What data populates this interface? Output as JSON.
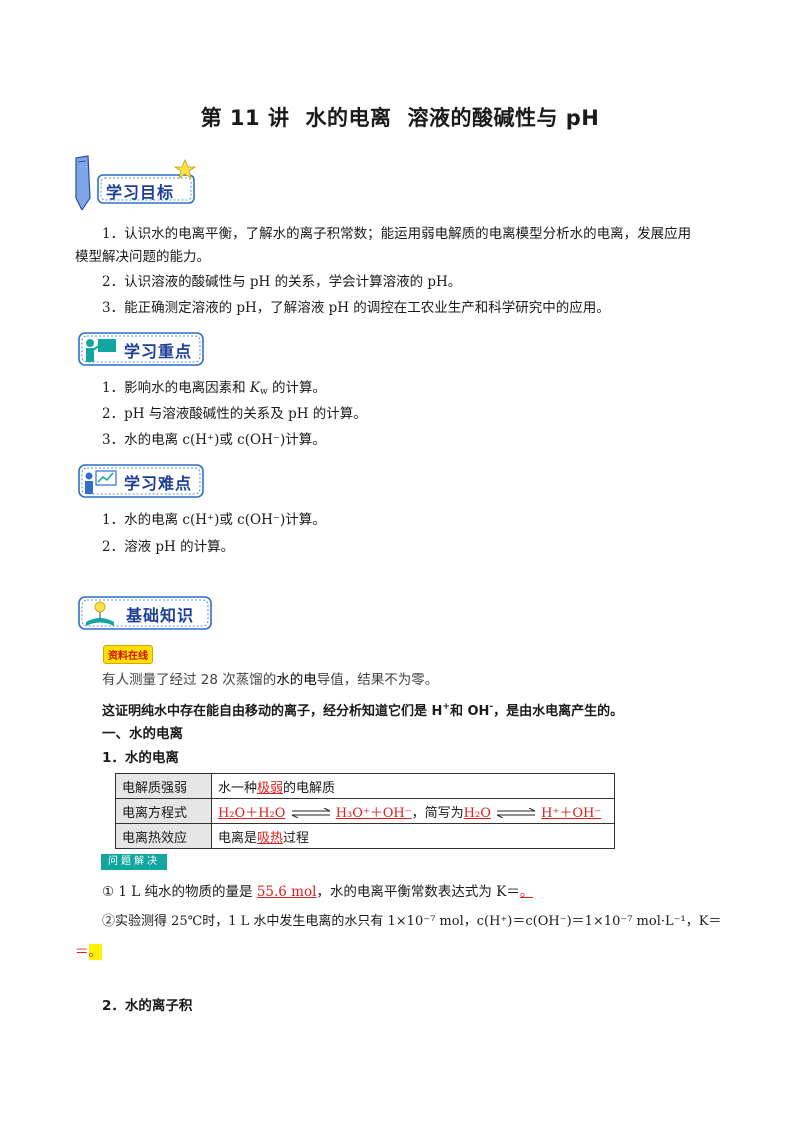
{
  "title": {
    "part1": "第 11 讲",
    "part2": "水的电离",
    "part3": "溶液的酸碱性与 pH"
  },
  "sections": {
    "goals": "学习目标",
    "key_points": "学习重点",
    "difficulties": "学习难点",
    "basics": "基础知识"
  },
  "goals": {
    "item1_line1": "1．认识水的电离平衡，了解水的离子积常数；能运用弱电解质的电离模型分析水的电离，发展应用",
    "item1_line2": "模型解决问题的能力。",
    "item2": "2．认识溶液的酸碱性与 pH 的关系，学会计算溶液的 pH。",
    "item3": "3．能正确测定溶液的 pH，了解溶液 pH 的调控在工农业生产和科学研究中的应用。"
  },
  "key_points": {
    "item1_pre": "1．影响水的电离因素和 ",
    "item1_K": "K",
    "item1_sub": "w",
    "item1_post": " 的计算。",
    "item2": "2．pH 与溶液酸碱性的关系及 pH 的计算。",
    "item3_pre": "3．水的电离 ",
    "item3_formula": "c(H⁺)或 c(OH⁻)",
    "item3_post": "计算。"
  },
  "difficulties": {
    "item1_pre": "1．水的电离 ",
    "item1_formula": "c(H⁺)或 c(OH⁻)",
    "item1_post": "计算。",
    "item2": "2．溶液 pH 的计算。"
  },
  "basics": {
    "material_tag": "资料在线",
    "intro_line1_pre": "有人测量了经过 28 次蒸馏的",
    "intro_line1_bold": "水的电",
    "intro_line1_post": "导值，结果不为零。",
    "intro_line2_pre": "这证明纯水中存在能自由移动的离子，经分析知道它们是 H",
    "intro_line2_sup1": "+",
    "intro_line2_mid": "和 OH",
    "intro_line2_sup2": "-",
    "intro_line2_post": "，是由水电离产生的。",
    "heading1": "一、水的电离",
    "heading1_1": "1．水的电离",
    "table": {
      "row1_head": "电解质强弱",
      "row1_pre": "水一种",
      "row1_red": "极弱",
      "row1_post": "的电解质",
      "row2_head": "电离方程式",
      "row2_eq1_left": "H₂O＋H₂O",
      "row2_eq1_right": "H₃O⁺＋OH⁻",
      "row2_mid": "，简写为",
      "row2_eq2_left": "H₂O",
      "row2_eq2_right": "H⁺＋OH⁻",
      "row3_head": "电离热效应",
      "row3_pre": "电离是",
      "row3_red": "吸热",
      "row3_post": "过程"
    },
    "problem_tag": "问题解决",
    "q1_pre": "① 1 L 纯水的物质的量是 ",
    "q1_red": "55.6 mol",
    "q1_mid": "，水的电离平衡常数表达式为 K＝",
    "q1_red2": "。",
    "q2_line1": "②实验测得 25℃时，1 L  水中发生电离的水只有 1×10⁻⁷  mol，c(H⁺)＝c(OH⁻)＝1×10⁻⁷  mol·L⁻¹，K＝",
    "q2_line2_red": "＝",
    "q2_line2_hl": "。",
    "heading1_2": "2．水的离子积"
  }
}
